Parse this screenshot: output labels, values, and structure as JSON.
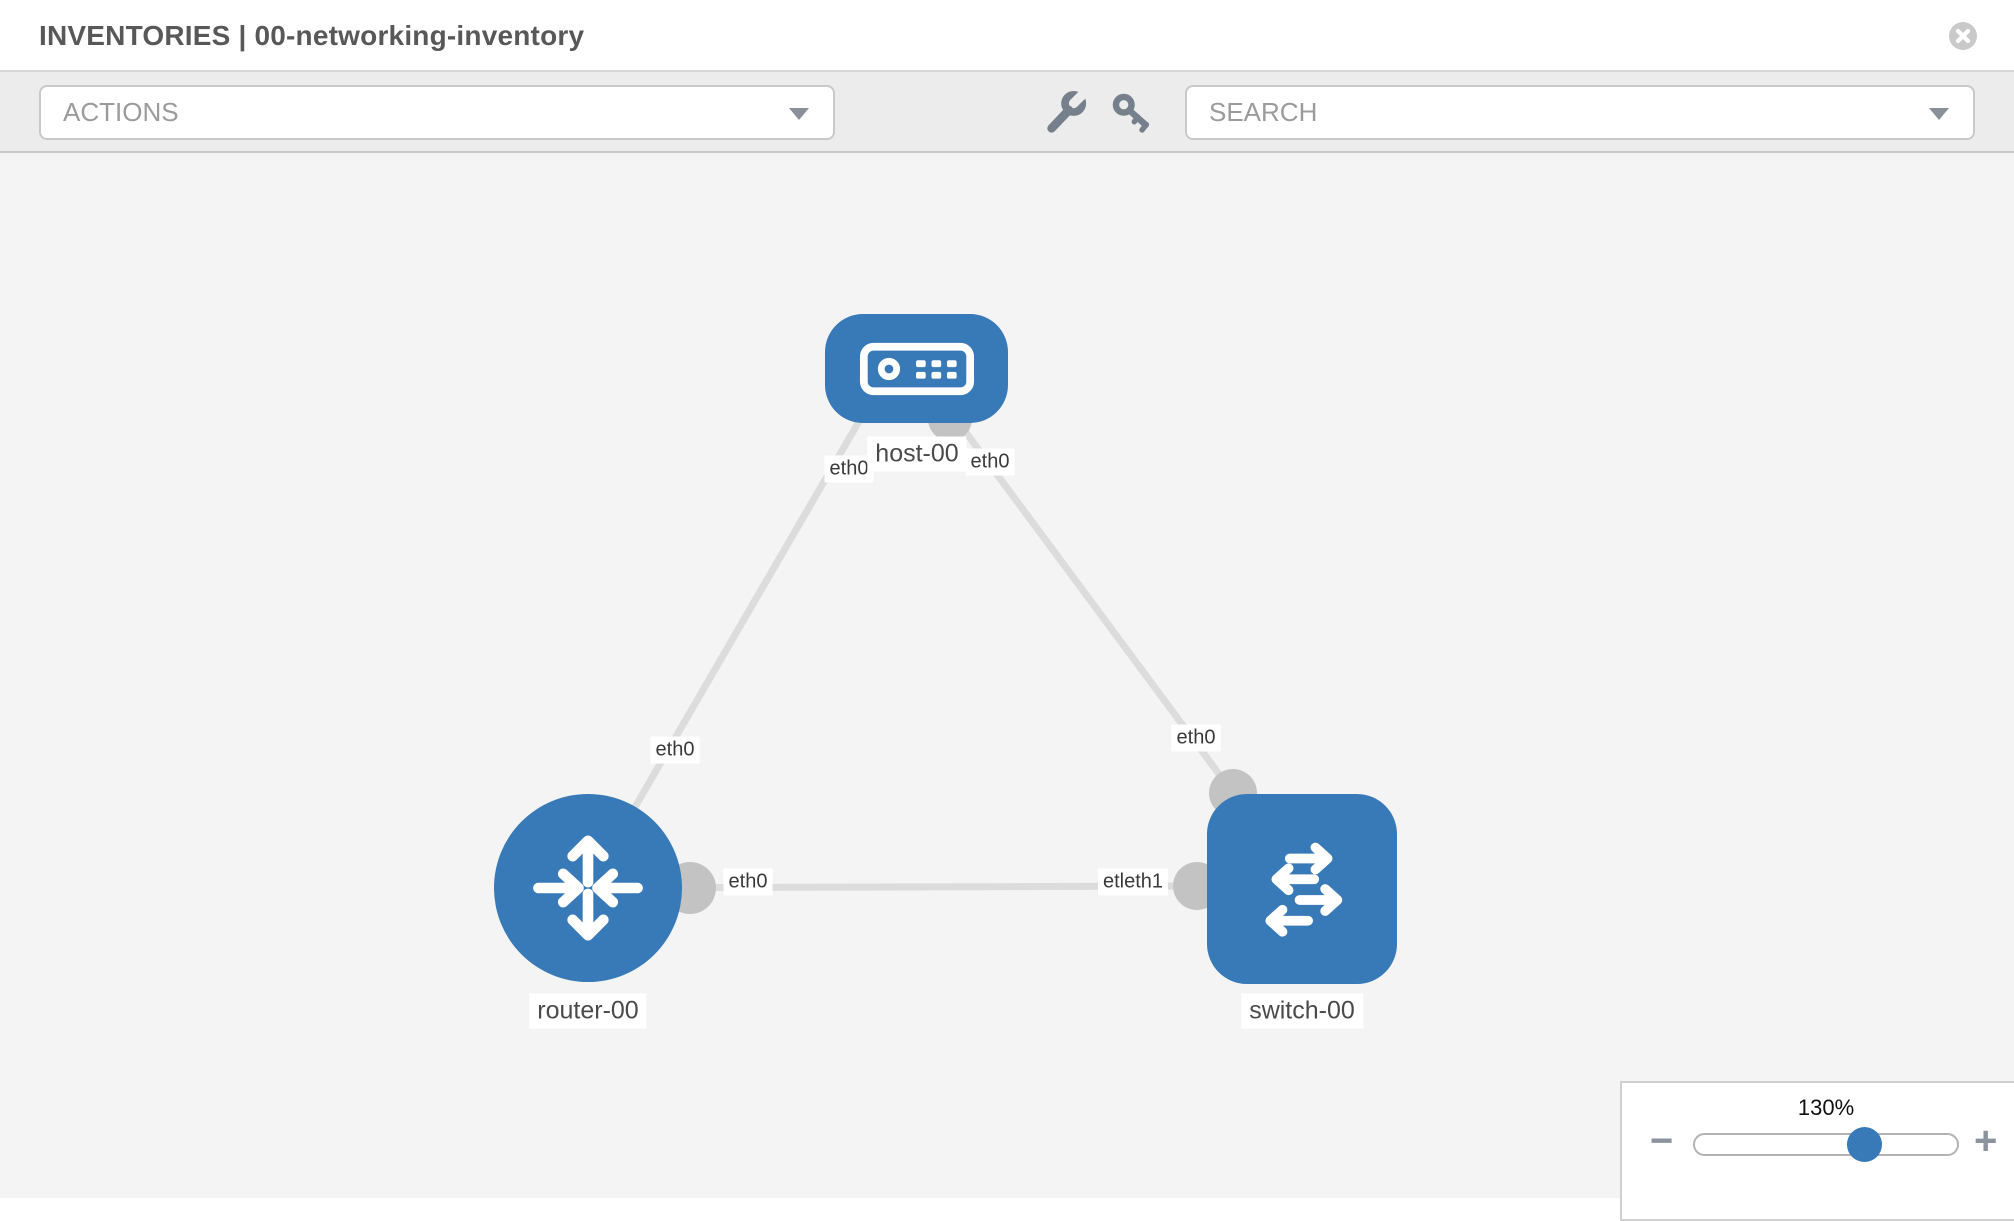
{
  "header": {
    "title": "INVENTORIES | 00-networking-inventory"
  },
  "toolbar": {
    "actions_label": "ACTIONS",
    "search_placeholder": "SEARCH",
    "icons": [
      "wrench-icon",
      "key-icon"
    ]
  },
  "diagram": {
    "nodes": [
      {
        "id": "host-00",
        "label": "host-00",
        "type": "host"
      },
      {
        "id": "router-00",
        "label": "router-00",
        "type": "router"
      },
      {
        "id": "switch-00",
        "label": "switch-00",
        "type": "switch"
      }
    ],
    "links": [
      {
        "from": "host-00",
        "to": "router-00",
        "from_label": "eth0",
        "to_label": "eth0"
      },
      {
        "from": "host-00",
        "to": "switch-00",
        "from_label": "eth0",
        "to_label": "eth0"
      },
      {
        "from": "router-00",
        "to": "switch-00",
        "from_label": "eth0",
        "to_label": "etleth1"
      }
    ]
  },
  "zoom_control": {
    "level": "130%",
    "minus_label": "−",
    "plus_label": "+"
  },
  "colors": {
    "node_blue": "#3879b8",
    "link_gray": "#dcdcdc",
    "interface_gray": "#c3c3c3",
    "canvas_bg": "#f4f4f4",
    "toolbar_bg": "#ececec"
  }
}
